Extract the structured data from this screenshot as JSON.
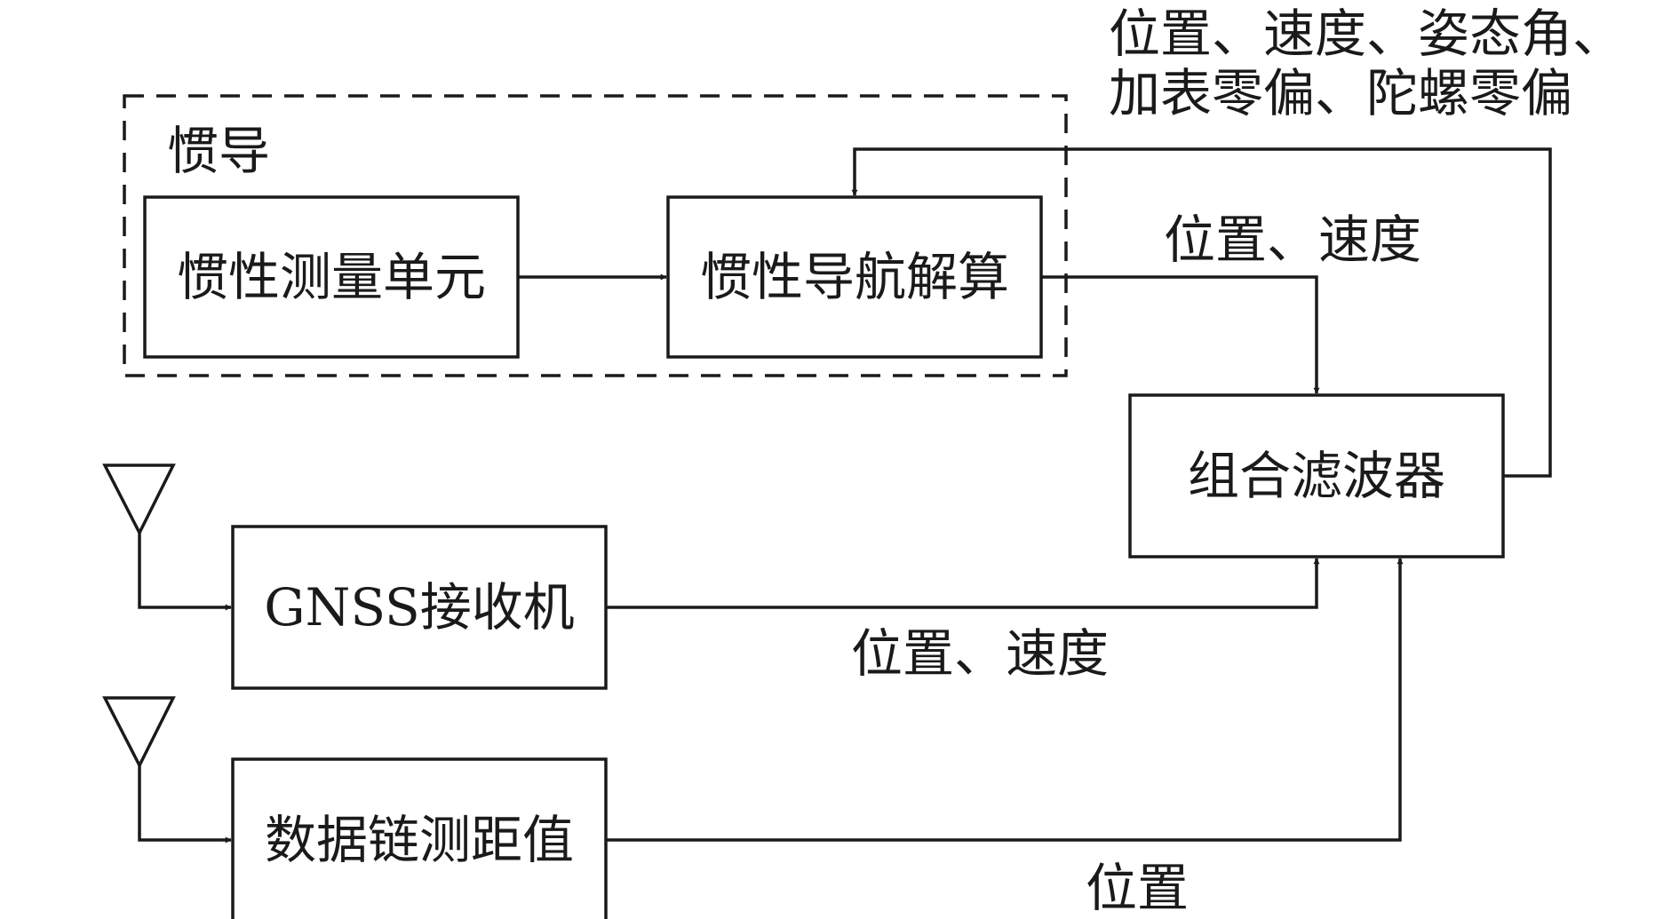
{
  "group": {
    "label": "惯导"
  },
  "blocks": {
    "imu": "惯性测量单元",
    "ins": "惯性导航解算",
    "filter": "组合滤波器",
    "gnss": "GNSS接收机",
    "datalink": "数据链测距值"
  },
  "edge_labels": {
    "feedback_line1": "位置、速度、姿态角、",
    "feedback_line2": "加表零偏、陀螺零偏",
    "ins_to_filter": "位置、速度",
    "gnss_to_filter": "位置、速度",
    "datalink_to_filter": "位置"
  }
}
